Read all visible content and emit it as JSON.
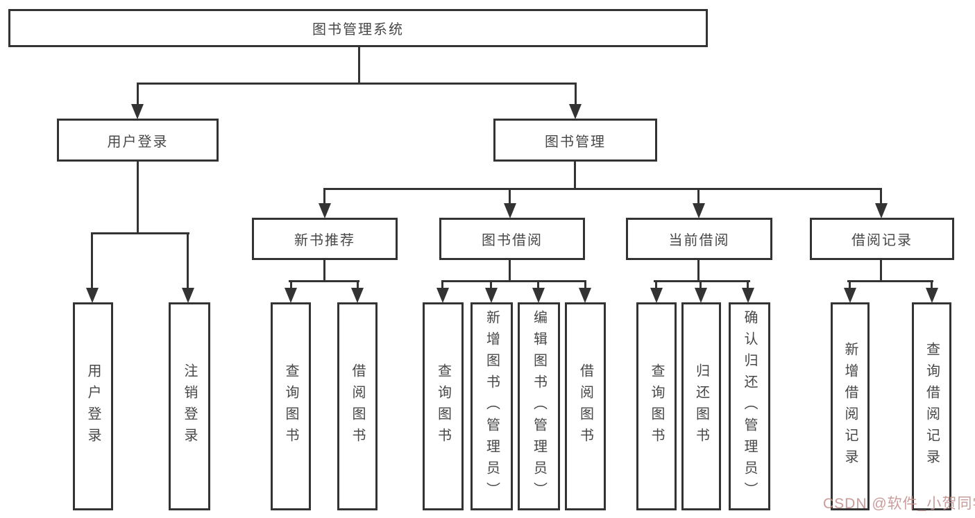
{
  "diagram_title": "图书管理系统",
  "tree": {
    "root": {
      "label": "图书管理系统"
    },
    "branches": [
      {
        "label": "用户登录",
        "children": [
          {
            "label": "用户登录"
          },
          {
            "label": "注销登录"
          }
        ]
      },
      {
        "label": "图书管理",
        "children": [
          {
            "label": "新书推荐",
            "children": [
              {
                "label": "查询图书"
              },
              {
                "label": "借阅图书"
              }
            ]
          },
          {
            "label": "图书借阅",
            "children": [
              {
                "label": "查询图书"
              },
              {
                "label": "新增图书（管理员）"
              },
              {
                "label": "编辑图书（管理员）"
              },
              {
                "label": "借阅图书"
              }
            ]
          },
          {
            "label": "当前借阅",
            "children": [
              {
                "label": "查询图书"
              },
              {
                "label": "归还图书"
              },
              {
                "label": "确认归还（管理员）"
              }
            ]
          },
          {
            "label": "借阅记录",
            "children": [
              {
                "label": "新增借阅记录"
              },
              {
                "label": "查询借阅记录"
              }
            ]
          }
        ]
      }
    ]
  },
  "watermark": {
    "text": "CSDN @软件_小贺同学",
    "color": "#c4928f"
  },
  "colors": {
    "line": "#333333",
    "text": "#474747",
    "background": "#ffffff"
  }
}
